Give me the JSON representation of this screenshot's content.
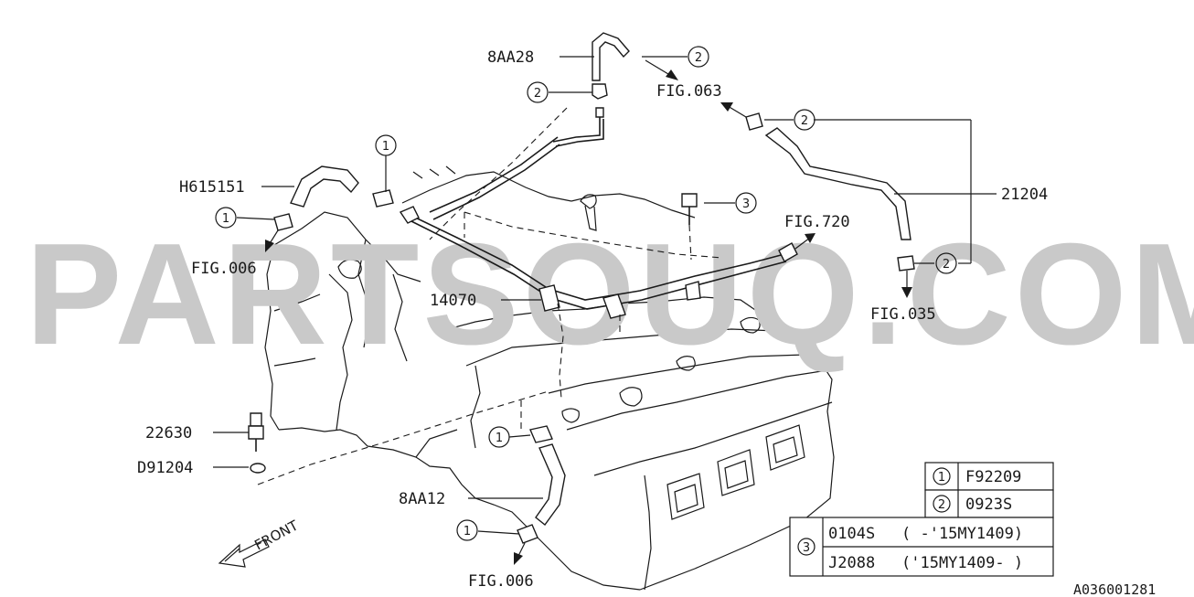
{
  "watermark": "PARTSOUQ.COM",
  "diagram_code": "A036001281",
  "front_label": "FRONT",
  "parts": {
    "p8aa28": "8AA28",
    "h615151": "H615151",
    "p14070": "14070",
    "p21204": "21204",
    "p22630": "22630",
    "d91204": "D91204",
    "p8aa12": "8AA12"
  },
  "figs": {
    "fig063": "FIG.063",
    "fig720": "FIG.720",
    "fig006_top": "FIG.006",
    "fig035": "FIG.035",
    "fig006_bottom": "FIG.006"
  },
  "callouts": {
    "c1": "1",
    "c2": "2",
    "c3": "3"
  },
  "legend": {
    "r1_num": "1",
    "r1_part": "F92209",
    "r2_num": "2",
    "r2_part": "0923S",
    "r3_num": "3",
    "r3_a_part": "0104S",
    "r3_a_note": "( -'15MY1409)",
    "r3_b_part": "J2088",
    "r3_b_note": "('15MY1409- )"
  }
}
